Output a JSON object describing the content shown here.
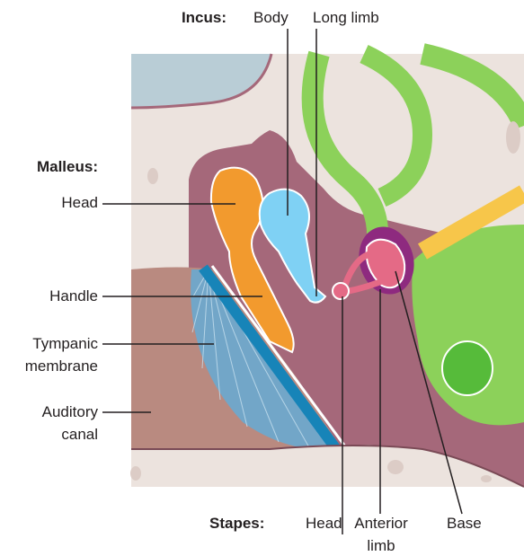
{
  "labels": {
    "incus": {
      "group": "Incus:",
      "body": "Body",
      "long_limb": "Long limb"
    },
    "malleus": {
      "group": "Malleus:",
      "head": "Head",
      "handle": "Handle"
    },
    "tympanic_membrane": [
      "Tympanic",
      "membrane"
    ],
    "auditory_canal": [
      "Auditory",
      "canal"
    ],
    "stapes": {
      "group": "Stapes:",
      "head": "Head",
      "anterior_limb": [
        "Anterior",
        "limb"
      ],
      "base": "Base"
    }
  },
  "colors": {
    "background_tissue": "#ece3de",
    "bone_cavity": "#a5687a",
    "auditory_canal": "#b98a80",
    "air_space": "#b9cdd6",
    "tympanic_membrane": "#6aa8cf",
    "tympanic_rim": "#1784b8",
    "malleus": "#f29a2e",
    "incus": "#7fd1f4",
    "stapes": "#e46a86",
    "oval_window": "#8e2a7f",
    "inner_ear": "#8cd15a",
    "nerve": "#f7c64a",
    "leader_line": "#231f20"
  }
}
